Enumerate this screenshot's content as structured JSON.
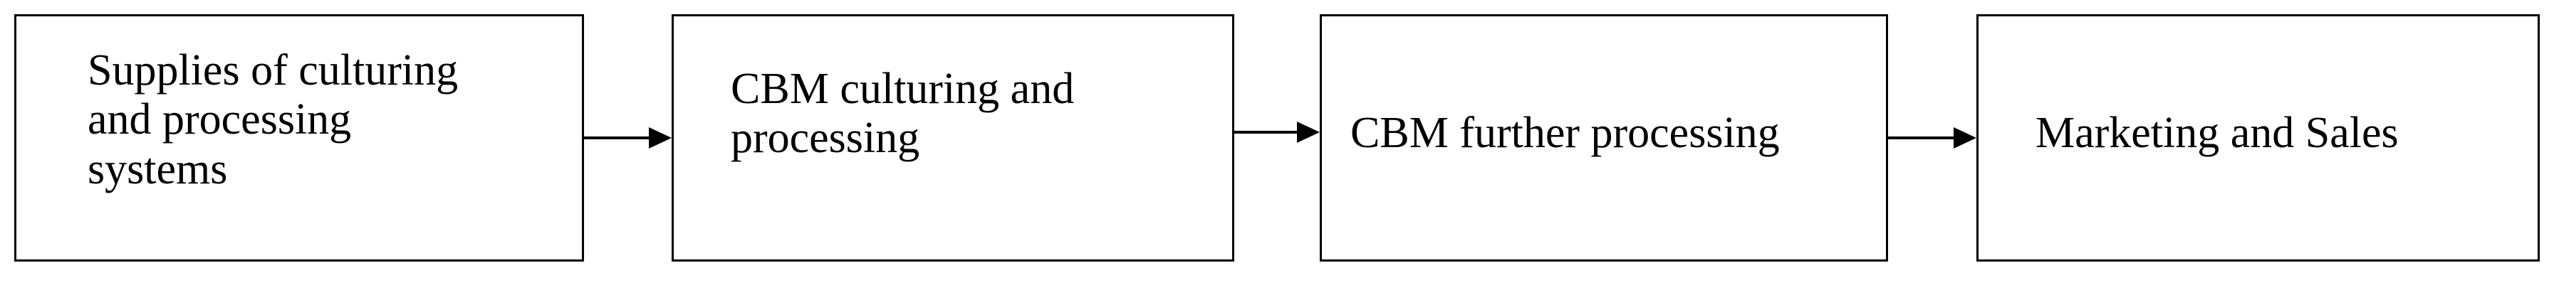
{
  "diagram": {
    "type": "flowchart",
    "direction": "left-to-right",
    "steps": [
      {
        "lines": [
          "Supplies of culturing",
          "and processing",
          "systems"
        ]
      },
      {
        "lines": [
          "CBM culturing and",
          "processing"
        ]
      },
      {
        "lines": [
          "CBM further processing"
        ]
      },
      {
        "lines": [
          "Marketing and Sales"
        ]
      }
    ],
    "connectors": [
      {
        "from": 0,
        "to": 1
      },
      {
        "from": 1,
        "to": 2
      },
      {
        "from": 2,
        "to": 3
      }
    ],
    "colors": {
      "stroke": "#000000",
      "background": "#ffffff",
      "text": "#000000"
    }
  }
}
